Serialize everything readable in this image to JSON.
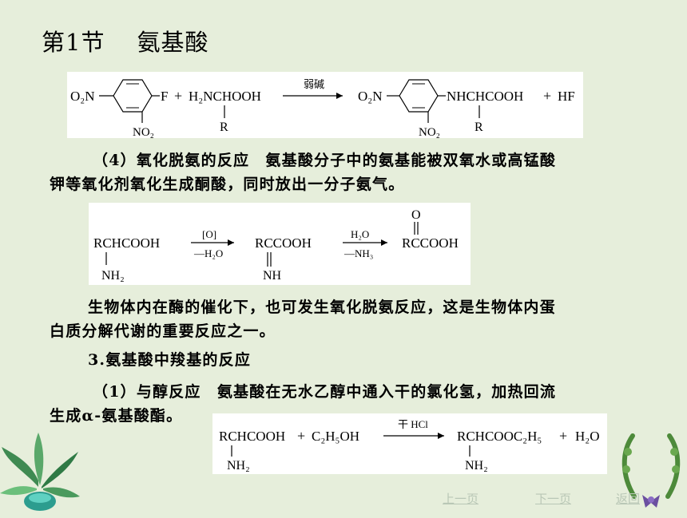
{
  "page": {
    "section_no": "第1节",
    "section_title": "氨基酸"
  },
  "reaction1": {
    "r1_left": "O₂N",
    "r1_sub_f": "F",
    "r1_plus1": "+",
    "r1_amino": "H₂NCHOOH",
    "r1_r": "R",
    "r1_no2": "NO₂",
    "r1_cond": "弱碱",
    "r1_p_left": "O₂N",
    "r1_p_sub": "NHCHCOOH",
    "r1_p_r": "R",
    "r1_p_no2": "NO₂",
    "r1_plus2": "+",
    "r1_hf": "HF"
  },
  "para4": {
    "line1": "（4）氧化脱氨的反应　氨基酸分子中的氨基能被双氧水或高锰酸",
    "line2": "钾等氧化剂氧化生成酮酸，同时放出一分子氨气。"
  },
  "reaction2": {
    "a": "RCHCOOH",
    "a_sub": "NH₂",
    "c1_top": "[O]",
    "c1_bot": "—H₂O",
    "b": "RCCOOH",
    "b_sub": "NH",
    "c2_top": "H₂O",
    "c2_bot": "—NH₃",
    "c": "RCCOOH",
    "c_top": "O"
  },
  "para_bio": {
    "line1": "生物体内在酶的催化下，也可发生氧化脱氨反应，这是生物体内蛋",
    "line2": "白质分解代谢的重要反应之一。"
  },
  "heading3": "3.氨基酸中羧基的反应",
  "para1": {
    "line1": "（1）与醇反应　氨基酸在无水乙醇中通入干的氯化氢，加热回流",
    "line2": "生成α-氨基酸酯。"
  },
  "reaction3": {
    "a": "RCHCOOH",
    "a_sub": "NH₂",
    "plus1": "+",
    "ethanol": "C₂H₅OH",
    "cond": "干 HCl",
    "p": "RCHCOOC₂H₅",
    "p_sub": "NH₂",
    "plus2": "+",
    "water": "H₂O"
  },
  "nav": {
    "prev": "上一页",
    "next": "下一页",
    "back": "返回"
  },
  "colors": {
    "background": "#e6eedb",
    "nav_link": "#b9c7b6"
  }
}
